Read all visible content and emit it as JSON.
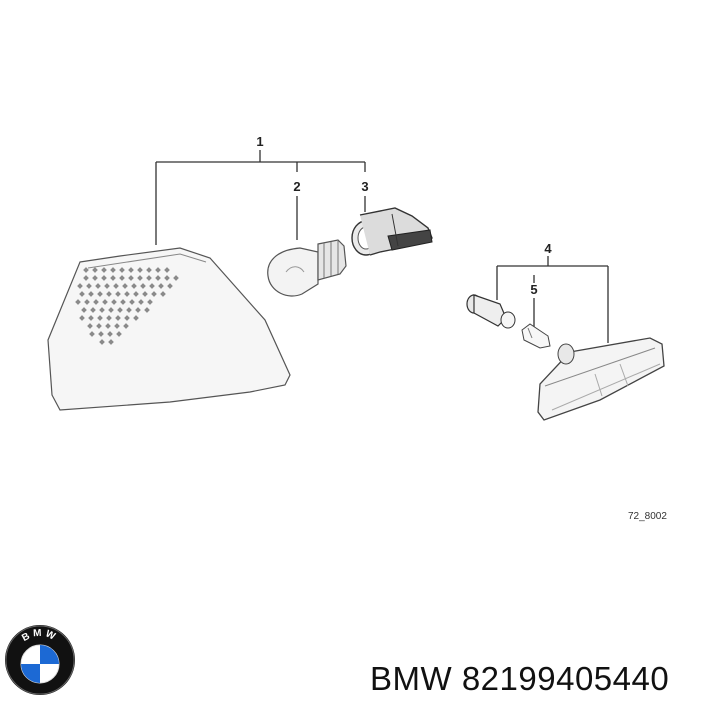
{
  "diagram": {
    "callouts": [
      "1",
      "2",
      "3",
      "4",
      "5"
    ],
    "reference_code": "72_8002"
  },
  "brand": {
    "logo_text": "BMW",
    "colors": {
      "ring": "#111111",
      "blue": "#1c69d4",
      "white": "#ffffff"
    }
  },
  "footer": {
    "brand": "BMW",
    "part_number": "82199405440"
  }
}
